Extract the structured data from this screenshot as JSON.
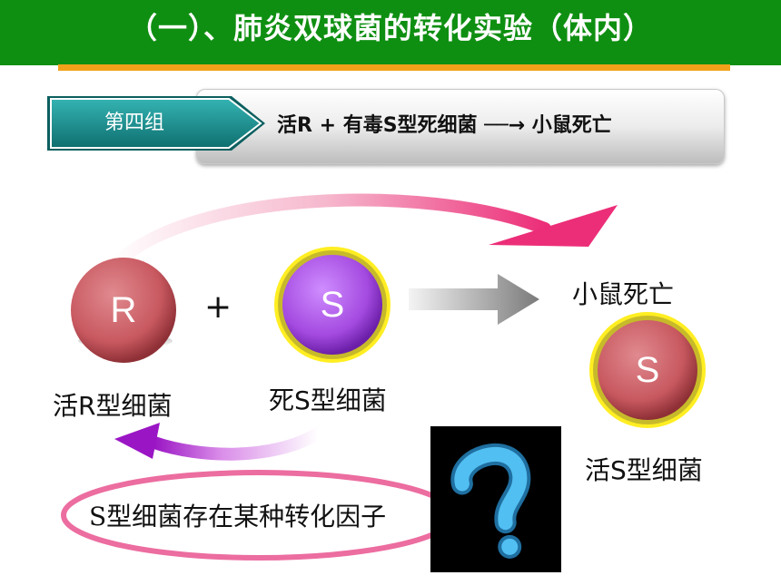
{
  "title": "（一）、肺炎双球菌的转化实验（体内）",
  "banner": {
    "tab": "第四组",
    "equation": "活R + 有毒S型死细菌 ──→ 小鼠死亡"
  },
  "plus": "+",
  "balls": {
    "r_letter": "R",
    "s_letter": "S",
    "s_result_letter": "S"
  },
  "labels": {
    "live_r": "活R型细菌",
    "dead_s": "死S型细菌",
    "mouse_dead": "小鼠死亡",
    "live_s": "活S型细菌"
  },
  "hint": "S型细菌存在某种转化因子",
  "colors": {
    "title_bg": "#0f8f12",
    "accent_line": "#f1a21a",
    "tab": "#1d8e8e",
    "r_ball": "#c85860",
    "s_ball": "#a44ae0",
    "yellow_ring": "#ffee22",
    "ellipse": "#ec6da0"
  },
  "icons": [
    "question-mark-icon",
    "right-arrow-icon",
    "curved-arrow-icon"
  ]
}
